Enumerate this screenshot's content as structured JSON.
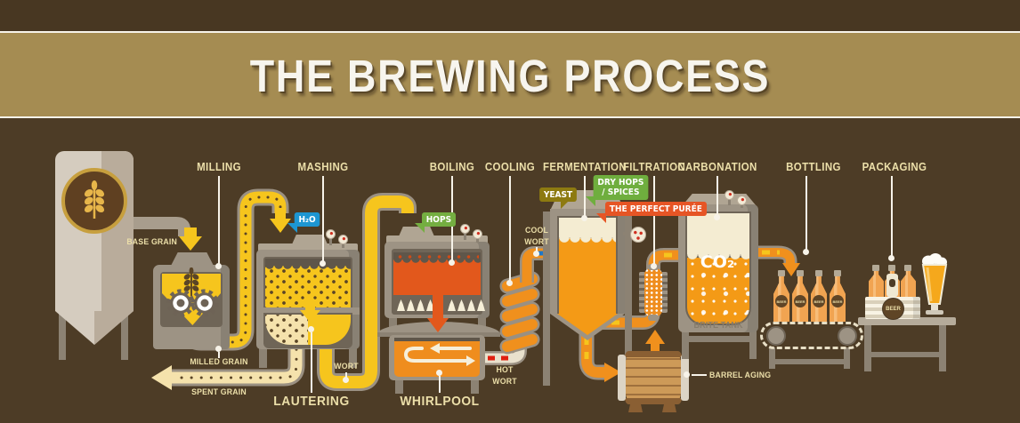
{
  "title": "THE BREWING PROCESS",
  "stage_labels": [
    "MILLING",
    "MASHING",
    "BOILING",
    "COOLING",
    "FERMENTATION",
    "FILTRATION",
    "CARBONATION",
    "BOTTLING",
    "PACKAGING"
  ],
  "flow": {
    "base_grain": "BASE GRAIN",
    "milled_grain": "MILLED GRAIN",
    "spent_grain": "SPENT GRAIN",
    "wort": "WORT",
    "lautering": "LAUTERING",
    "whirlpool": "WHIRLPOOL",
    "hot": "HOT",
    "hot_wort2": "WORT",
    "cool": "COOL",
    "cool_wort2": "WORT",
    "barrel_aging": "BARREL AGING",
    "brite_tank": "BRITE TANK"
  },
  "tags": {
    "water": "H₂O",
    "hops": "HOPS",
    "yeast": "YEAST",
    "dry_hops": "DRY HOPS",
    "spices": "/ SPICES",
    "puree": "THE PERFECT PURÉE"
  },
  "tank": {
    "co2": "CO₂"
  },
  "bottle_label": "BEER",
  "colors": {
    "background": "#4d3c26",
    "header_band": "#a58c52",
    "cream_label": "#ecdfa9",
    "grain_yellow": "#f6c51d",
    "pale_grain": "#f5e2ac",
    "pipe_orange": "#f0901d",
    "boil_orange": "#e2581c",
    "water_blue": "#1d96d2",
    "hops_green": "#74ae41",
    "yeast_olive": "#8d7a10",
    "puree_red": "#e65525",
    "foam": "#f4ecd2",
    "metal": "#9d9384"
  }
}
